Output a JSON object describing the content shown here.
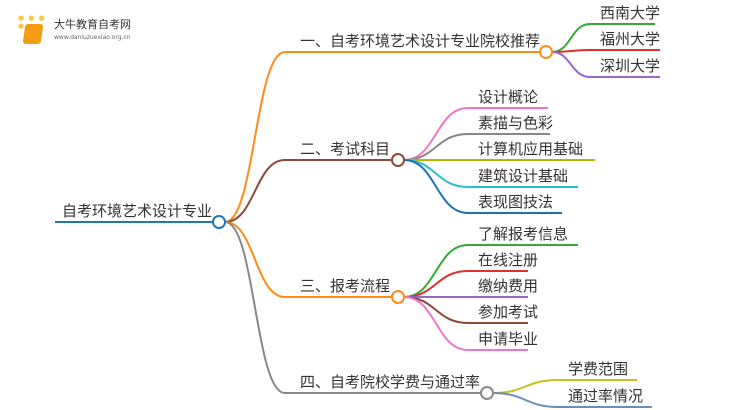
{
  "logo": {
    "name": "大牛教育自考网",
    "url": "www.daniuzuexiao.org.cn"
  },
  "root": {
    "label": "自考环境艺术设计专业",
    "color": "#1f77b4"
  },
  "branches": [
    {
      "label": "一、自考环境艺术设计专业院校推荐",
      "color": "#ff8c1a",
      "children": [
        {
          "label": "西南大学",
          "color": "#33aa33"
        },
        {
          "label": "福州大学",
          "color": "#e03030"
        },
        {
          "label": "深圳大学",
          "color": "#9966cc"
        }
      ]
    },
    {
      "label": "二、考试科目",
      "color": "#8b4a3a",
      "children": [
        {
          "label": "设计概论",
          "color": "#ee77cc"
        },
        {
          "label": "素描与色彩",
          "color": "#888888"
        },
        {
          "label": "计算机应用基础",
          "color": "#b5b800"
        },
        {
          "label": "建筑设计基础",
          "color": "#22c0d0"
        },
        {
          "label": "表现图技法",
          "color": "#1f6fb4"
        }
      ]
    },
    {
      "label": "三、报考流程",
      "color": "#ff8c1a",
      "children": [
        {
          "label": "了解报考信息",
          "color": "#33aa33"
        },
        {
          "label": "在线注册",
          "color": "#e03030"
        },
        {
          "label": "缴纳费用",
          "color": "#9966cc"
        },
        {
          "label": "参加考试",
          "color": "#8b4a3a"
        },
        {
          "label": "申请毕业",
          "color": "#ee77cc"
        }
      ]
    },
    {
      "label": "四、自考院校学费与通过率",
      "color": "#888888",
      "children": [
        {
          "label": "学费范围",
          "color": "#c8c020"
        },
        {
          "label": "通过率情况",
          "color": "#6a8fb0"
        }
      ]
    }
  ]
}
